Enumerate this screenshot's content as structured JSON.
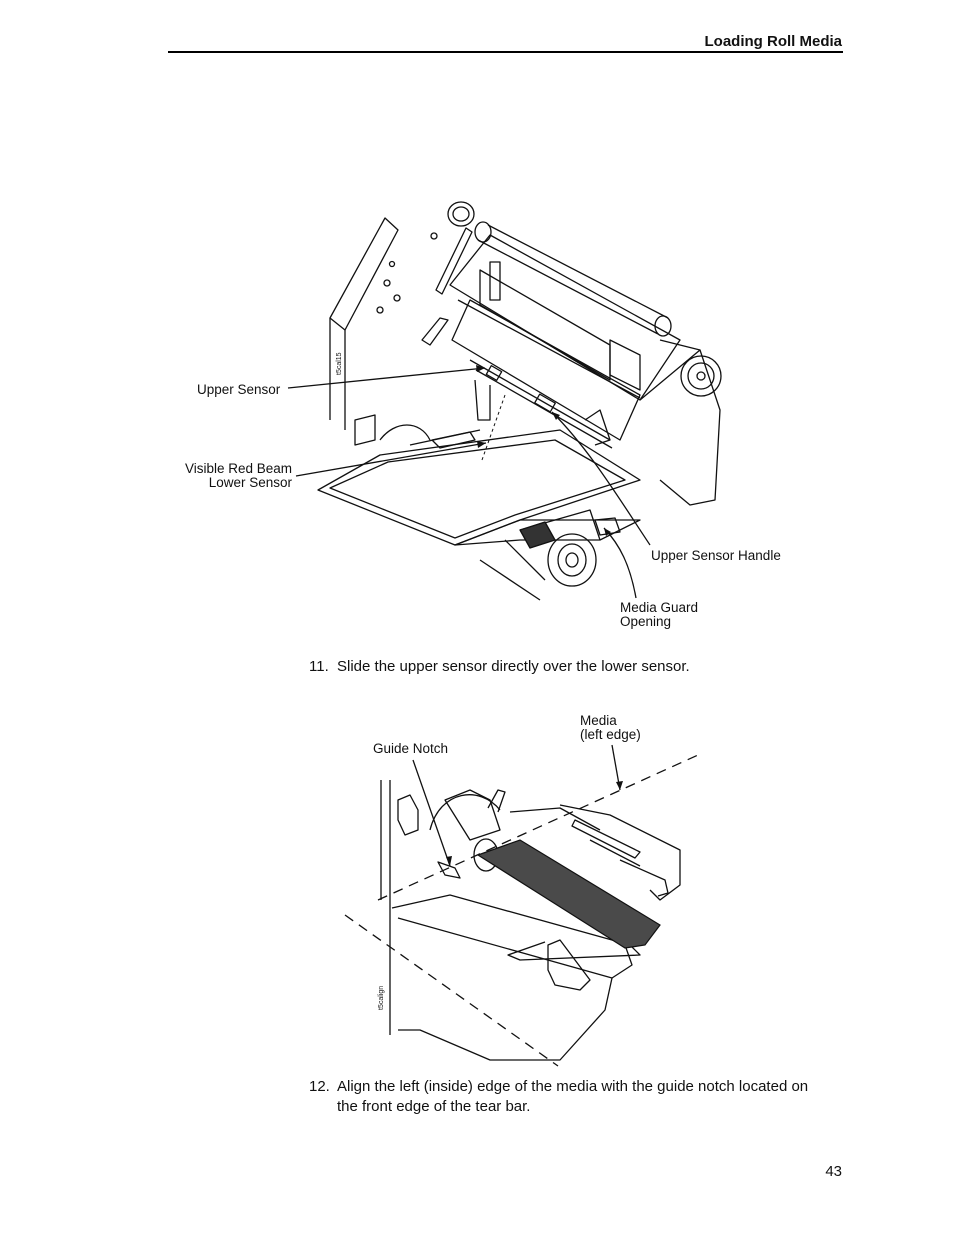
{
  "header": {
    "section_title": "Loading Roll Media"
  },
  "figure1": {
    "labels": {
      "upper_sensor": "Upper Sensor",
      "visible_red_beam_line1": "Visible Red Beam",
      "visible_red_beam_line2": "Lower Sensor",
      "upper_sensor_handle": "Upper Sensor Handle",
      "media_guard_line1": "Media Guard",
      "media_guard_line2": "Opening"
    },
    "figure_id": "t5cal15"
  },
  "steps": [
    {
      "number": "11.",
      "text": "Slide the upper sensor directly over the lower sensor."
    },
    {
      "number": "12.",
      "text_line1": "Align the left (inside) edge of the media with the guide notch located on",
      "text_line2": "the front edge of the tear bar."
    }
  ],
  "figure2": {
    "labels": {
      "media_line1": "Media",
      "media_line2": "(left edge)",
      "guide_notch": "Guide Notch"
    },
    "figure_id": "t5calign"
  },
  "page_number": "43"
}
